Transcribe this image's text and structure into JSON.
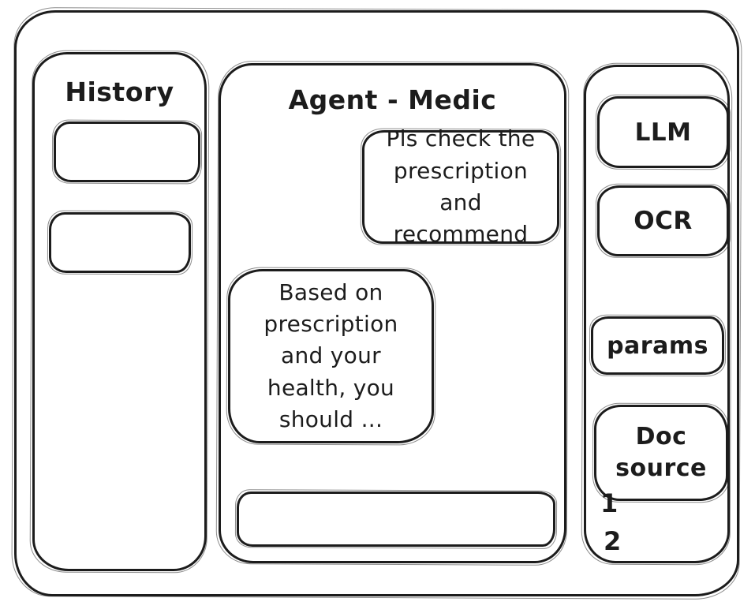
{
  "theme": {
    "ink": "#1c1c1c",
    "background": "#ffffff"
  },
  "history": {
    "title": "History",
    "items": [
      {
        "label": ""
      },
      {
        "label": ""
      }
    ]
  },
  "chat": {
    "title": "Agent - Medic",
    "messages": [
      {
        "role": "user",
        "text": "Pls check the\nprescription\nand recommend"
      },
      {
        "role": "assistant",
        "text": "Based on\nprescription\nand your\nhealth, you\nshould ..."
      }
    ],
    "input": {
      "value": ""
    }
  },
  "tools": {
    "models": [
      {
        "label": "LLM"
      },
      {
        "label": "OCR"
      }
    ],
    "params_label": "params",
    "doc_source_label": "Doc\nsource",
    "doc_items": [
      {
        "label": "1"
      },
      {
        "label": "2"
      }
    ]
  }
}
